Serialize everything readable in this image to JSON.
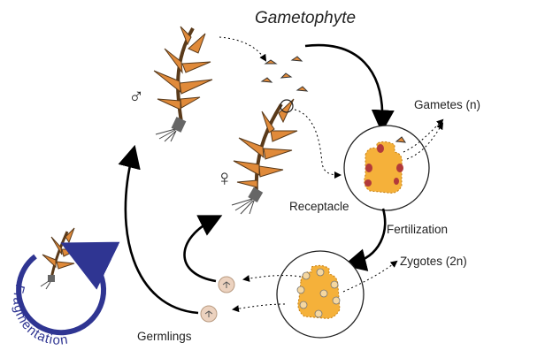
{
  "diagram": {
    "title": "Gametophyte",
    "labels": {
      "gametes": "Gametes (n)",
      "receptacle": "Receptacle",
      "fertilization": "Fertilization",
      "zygotes": "Zygotes (2n)",
      "germlings": "Germlings",
      "fragmentation": "Fragmentation"
    },
    "symbols": {
      "male": "♂",
      "female": "♀"
    },
    "colors": {
      "frond_fill": "#e08a3a",
      "frond_stroke": "#5a3a1a",
      "receptacle_fill": "#f5b13a",
      "conceptacle_red": "#b23a3a",
      "holdfast_gray": "#666666",
      "cycle_arrow": "#000000",
      "fragmentation_arrow": "#2f3592"
    }
  }
}
